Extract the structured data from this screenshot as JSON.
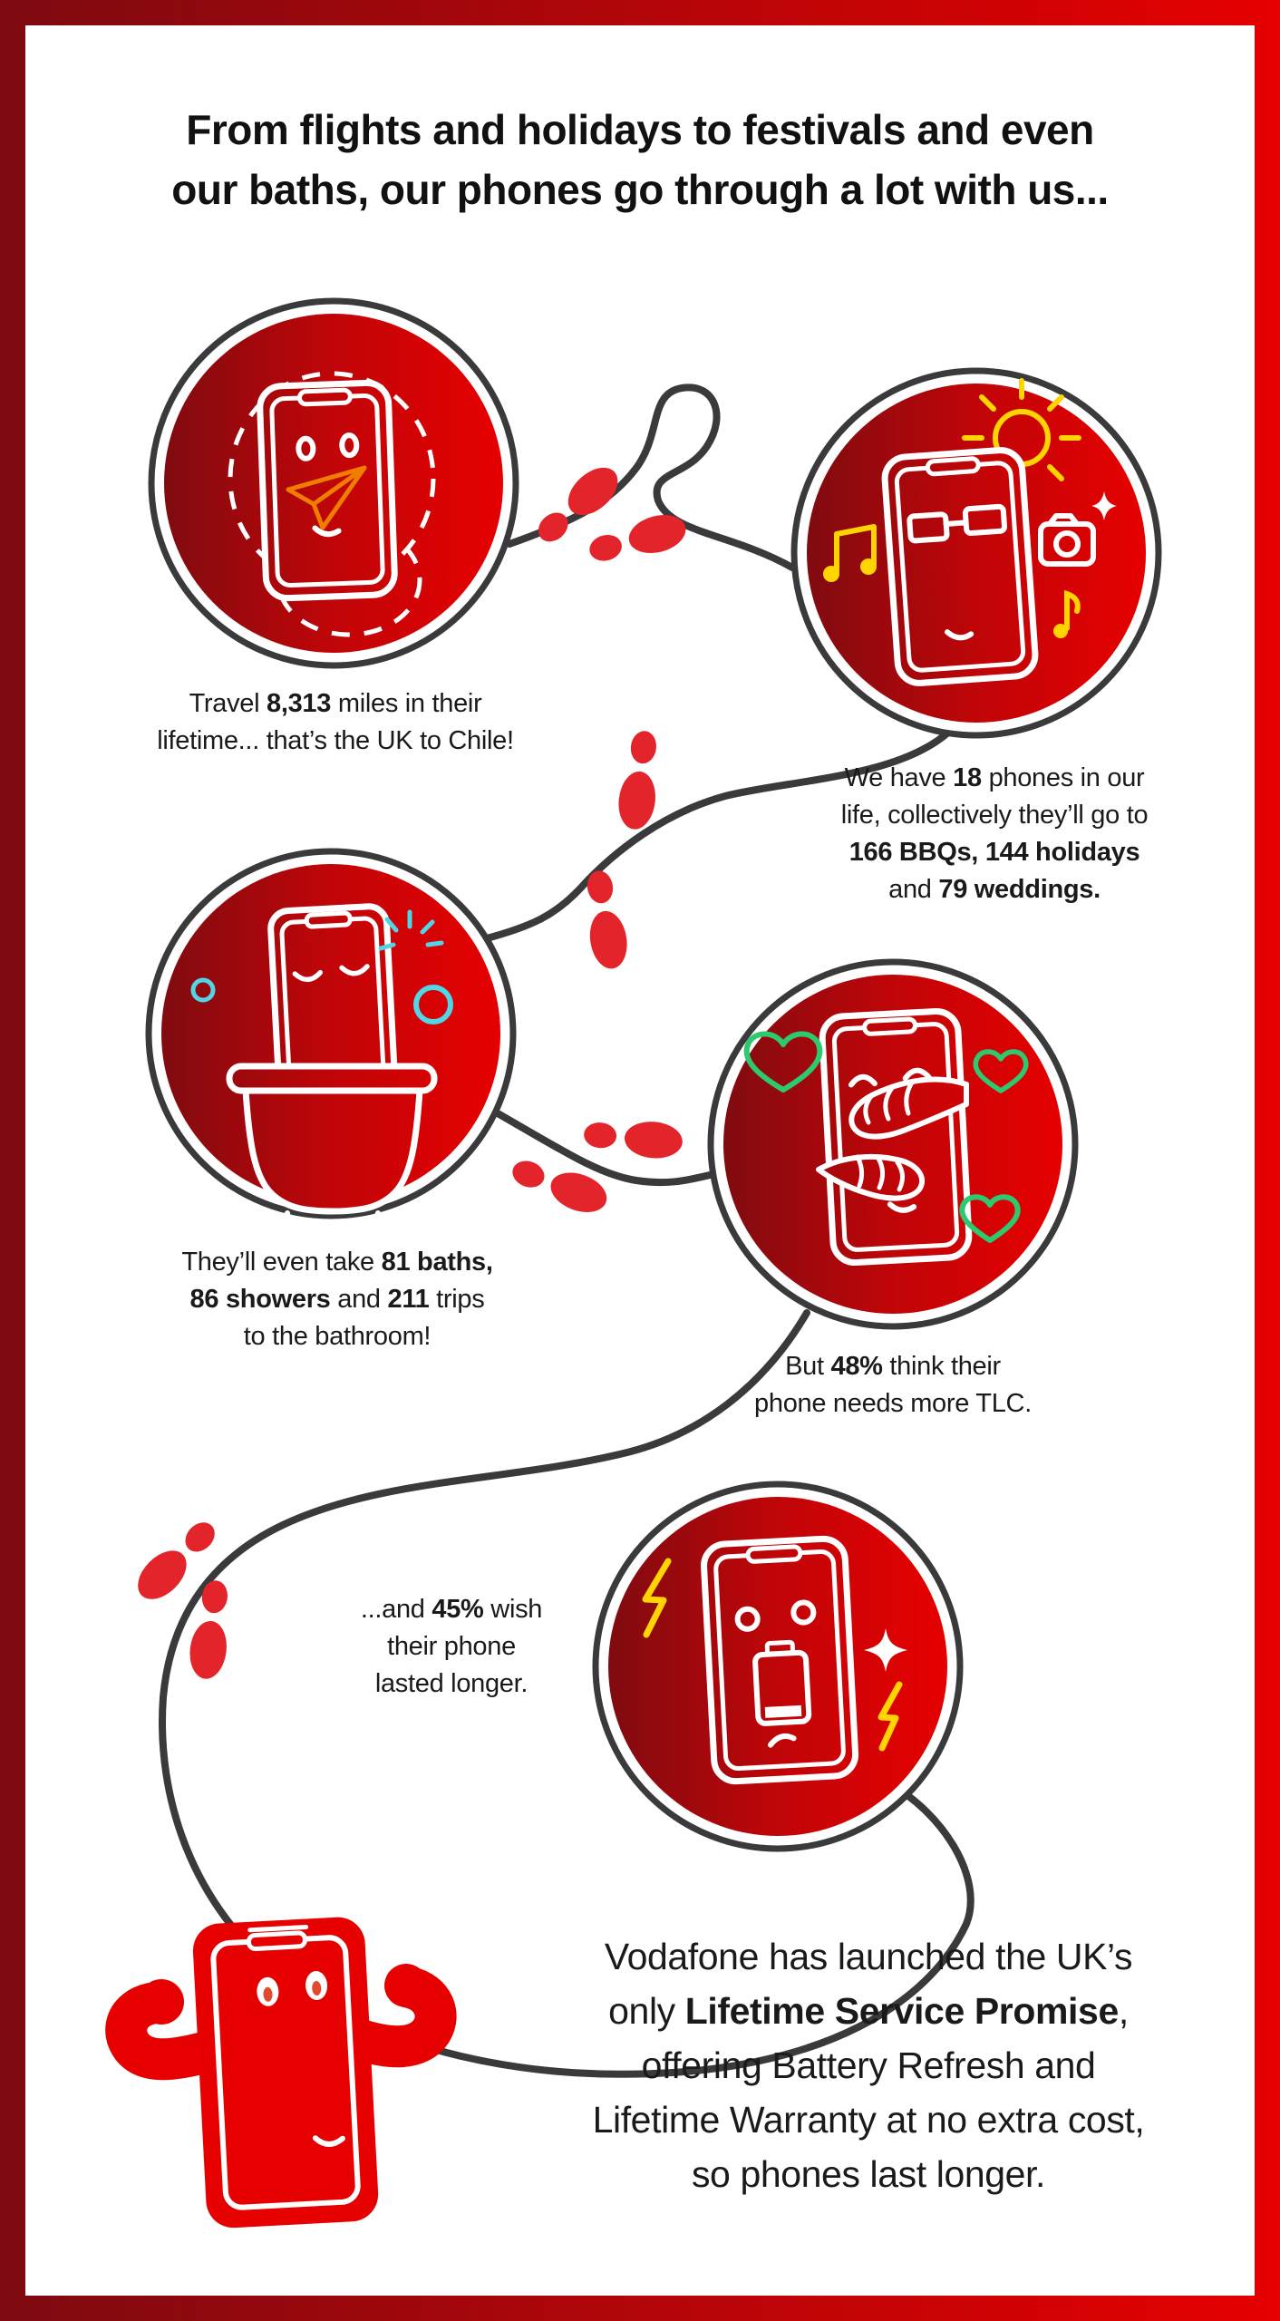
{
  "title": {
    "text": "From flights and holidays to festivals and even\nour baths, our phones go through a lot with us..."
  },
  "captions": {
    "travel": {
      "segments": [
        {
          "text": "Travel "
        },
        {
          "text": "8,313",
          "bold": true
        },
        {
          "text": " miles in their\nlifetime... that’s the UK to Chile!"
        }
      ]
    },
    "phones": {
      "segments": [
        {
          "text": "We have "
        },
        {
          "text": "18",
          "bold": true
        },
        {
          "text": " phones in our\nlife, collectively they’ll go to\n"
        },
        {
          "text": "166 BBQs, 144 holidays",
          "bold": true
        },
        {
          "text": "\nand "
        },
        {
          "text": "79 weddings.",
          "bold": true
        }
      ]
    },
    "baths": {
      "segments": [
        {
          "text": "They’ll even take "
        },
        {
          "text": "81 baths,",
          "bold": true
        },
        {
          "text": "\n"
        },
        {
          "text": "86 showers",
          "bold": true
        },
        {
          "text": " and "
        },
        {
          "text": "211",
          "bold": true
        },
        {
          "text": " trips\nto the bathroom!"
        }
      ]
    },
    "tlc": {
      "segments": [
        {
          "text": "But "
        },
        {
          "text": "48%",
          "bold": true
        },
        {
          "text": " think their\nphone needs more TLC."
        }
      ]
    },
    "battery": {
      "segments": [
        {
          "text": "...and "
        },
        {
          "text": "45%",
          "bold": true
        },
        {
          "text": " wish\ntheir phone\nlasted longer."
        }
      ]
    },
    "promise": {
      "segments": [
        {
          "text": "Vodafone has launched the UK’s\nonly "
        },
        {
          "text": "Lifetime Service Promise",
          "bold": true
        },
        {
          "text": ",\noffering Battery Refresh and\nLifetime Warranty at no extra cost,\nso phones last longer."
        }
      ]
    }
  },
  "icons": {
    "travel": [
      "phone-face-icon",
      "paper-plane-icon",
      "dashed-route-icon"
    ],
    "holiday": [
      "sun-icon",
      "sunglasses-phone-icon",
      "camera-icon",
      "music-note-icon"
    ],
    "bath": [
      "bathtub-phone-icon",
      "bubble-icon",
      "splash-icon"
    ],
    "hug": [
      "hug-phone-icon",
      "hand-icon",
      "heart-icon"
    ],
    "battery": [
      "shocked-phone-icon",
      "battery-icon",
      "lightning-bolt-icon",
      "sparkle-icon"
    ],
    "footer": [
      "strong-phone-mascot-icon"
    ],
    "connector": [
      "journey-path-icon",
      "footsteps-icon"
    ]
  },
  "colors": {
    "brand_red": "#e60000",
    "dark_red": "#7d0a10",
    "ring_gray": "#3a3a3c",
    "yellow": "#ffd400",
    "cyan": "#52d5e5",
    "green": "#2ec96f",
    "orange": "#ef7d00",
    "footprint_red": "#e3242b",
    "text": "#1a1a1a"
  }
}
